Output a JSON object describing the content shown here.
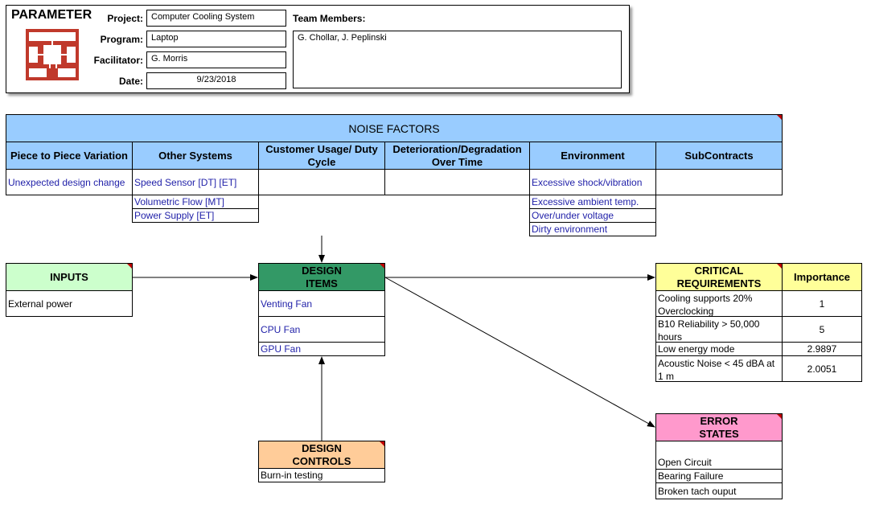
{
  "header": {
    "title": "PARAMETER",
    "project_label": "Project:",
    "project_value": "Computer Cooling System",
    "program_label": "Program:",
    "program_value": "Laptop",
    "facilitator_label": "Facilitator:",
    "facilitator_value": "G. Morris",
    "date_label": "Date:",
    "date_value": "9/23/2018",
    "team_label": "Team Members:",
    "team_value": "G. Chollar, J. Peplinski"
  },
  "noise_factors": {
    "title": "NOISE FACTORS",
    "columns": [
      {
        "name": "Piece to Piece Variation",
        "items": [
          "Unexpected design change"
        ]
      },
      {
        "name": "Other Systems",
        "items": [
          "Speed Sensor [DT] [ET]",
          "Volumetric Flow [MT]",
          "Power Supply [ET]"
        ]
      },
      {
        "name": "Customer Usage/ Duty Cycle",
        "items": []
      },
      {
        "name": "Deterioration/Degradation Over Time",
        "items": []
      },
      {
        "name": "Environment",
        "items": [
          "Excessive shock/vibration",
          "Excessive ambient temp.",
          "Over/under voltage",
          "Dirty environment"
        ]
      },
      {
        "name": "SubContracts",
        "items": []
      }
    ]
  },
  "inputs": {
    "title": "INPUTS",
    "items": [
      "External power"
    ]
  },
  "design_items": {
    "title_line1": "DESIGN",
    "title_line2": "ITEMS",
    "items": [
      "Venting Fan",
      "CPU Fan",
      "GPU Fan"
    ]
  },
  "design_controls": {
    "title_line1": "DESIGN",
    "title_line2": "CONTROLS",
    "items": [
      "Burn-in testing"
    ]
  },
  "critical_requirements": {
    "title_line1": "CRITICAL",
    "title_line2": "REQUIREMENTS",
    "importance_label": "Importance",
    "rows": [
      {
        "req": "Cooling supports 20% Overclocking",
        "importance": "1"
      },
      {
        "req": "B10 Reliability > 50,000 hours",
        "importance": "5"
      },
      {
        "req": "Low energy mode",
        "importance": "2.9897"
      },
      {
        "req": "Acoustic Noise < 45 dBA at 1 m",
        "importance": "2.0051"
      }
    ]
  },
  "error_states": {
    "title_line1": "ERROR",
    "title_line2": "STATES",
    "items": [
      "Open Circuit",
      "Bearing Failure",
      "Broken tach ouput"
    ]
  },
  "colors": {
    "noise_header": "#99ccff",
    "inputs_header": "#ccffcc",
    "design_items_header": "#339966",
    "design_controls_header": "#ffcc99",
    "critical_header": "#ffff99",
    "error_header": "#ff99cc",
    "logo": "#c0392b",
    "link_text": "#1f1fa8"
  }
}
